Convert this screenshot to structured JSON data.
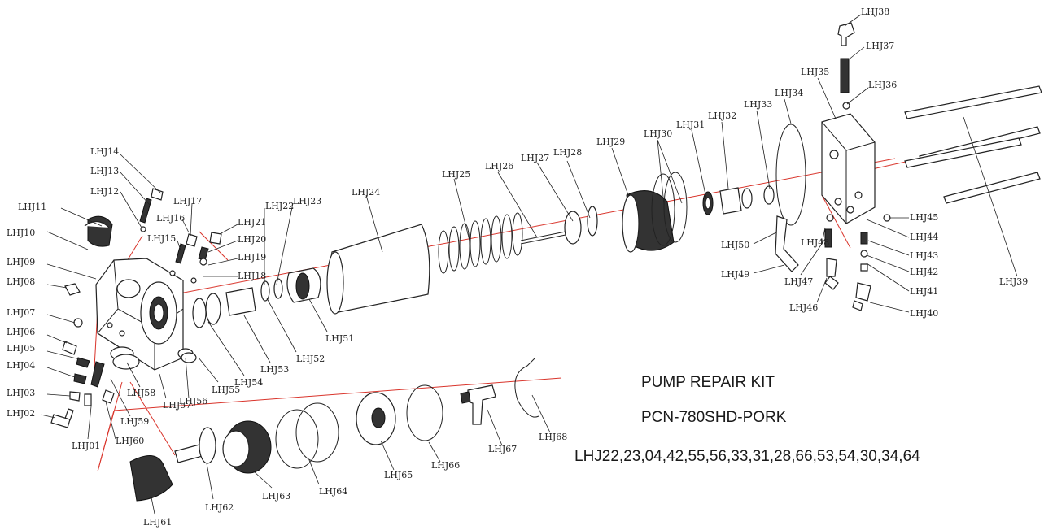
{
  "kit": {
    "title": "PUMP REPAIR KIT",
    "model": "PCN-780SHD-PORK",
    "parts_list": "LHJ22,23,04,42,55,56,33,31,28,66,53,54,30,34,64"
  },
  "part_labels": [
    "LHJ01",
    "LHJ02",
    "LHJ03",
    "LHJ04",
    "LHJ05",
    "LHJ06",
    "LHJ07",
    "LHJ08",
    "LHJ09",
    "LHJ10",
    "LHJ11",
    "LHJ12",
    "LHJ13",
    "LHJ14",
    "LHJ15",
    "LHJ16",
    "LHJ17",
    "LHJ18",
    "LHJ19",
    "LHJ20",
    "LHJ21",
    "LHJ22",
    "LHJ23",
    "LHJ24",
    "LHJ25",
    "LHJ26",
    "LHJ27",
    "LHJ28",
    "LHJ29",
    "LHJ30",
    "LHJ31",
    "LHJ32",
    "LHJ33",
    "LHJ34",
    "LHJ35",
    "LHJ36",
    "LHJ37",
    "LHJ38",
    "LHJ39",
    "LHJ40",
    "LHJ41",
    "LHJ42",
    "LHJ43",
    "LHJ44",
    "LHJ45",
    "LHJ46",
    "LHJ47",
    "LHJ48",
    "LHJ49",
    "LHJ50",
    "LHJ51",
    "LHJ52",
    "LHJ53",
    "LHJ54",
    "LHJ55",
    "LHJ56",
    "LHJ57",
    "LHJ58",
    "LHJ59",
    "LHJ60",
    "LHJ61",
    "LHJ62",
    "LHJ63",
    "LHJ64",
    "LHJ65",
    "LHJ66",
    "LHJ67",
    "LHJ68"
  ],
  "colors": {
    "axis": "#d9342b",
    "line": "#222222"
  }
}
